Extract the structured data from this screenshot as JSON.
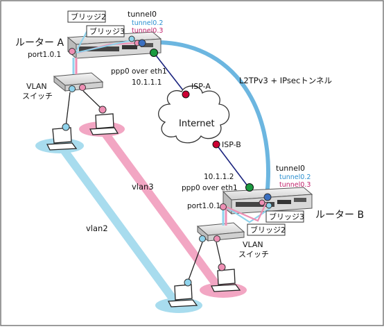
{
  "labels": {
    "router_a": "ルーター A",
    "router_b": "ルーター B",
    "bridge2": "ブリッジ2",
    "bridge3": "ブリッジ3",
    "tunnel0": "tunnel0",
    "tunnel02": "tunnel0.2",
    "tunnel03": "tunnel0.3",
    "port": "port1.0.1",
    "ppp0": "ppp0 over eth1",
    "ip_a": "10.1.1.1",
    "ip_b": "10.1.1.2",
    "isp_a": "ISP-A",
    "isp_b": "ISP-B",
    "internet": "Internet",
    "vlan_switch_line1": "VLAN",
    "vlan_switch_line2": "スイッチ",
    "tunnel_desc": "L2TPv3 + IPsecトンネル",
    "vlan2": "vlan2",
    "vlan3": "vlan3"
  },
  "colors": {
    "blue": "#8fd3ec",
    "pink": "#ee8fb4",
    "tunnel_blue": "#6cb6e0",
    "dark_blue": "#1a237e",
    "isp_red": "#cc0033",
    "port_green": "#1a9a40",
    "tunnel02_text": "#2a8fd0",
    "tunnel03_text": "#c0206a"
  },
  "icons": [
    "router-icon",
    "switch-icon",
    "laptop-icon",
    "cloud-icon"
  ]
}
